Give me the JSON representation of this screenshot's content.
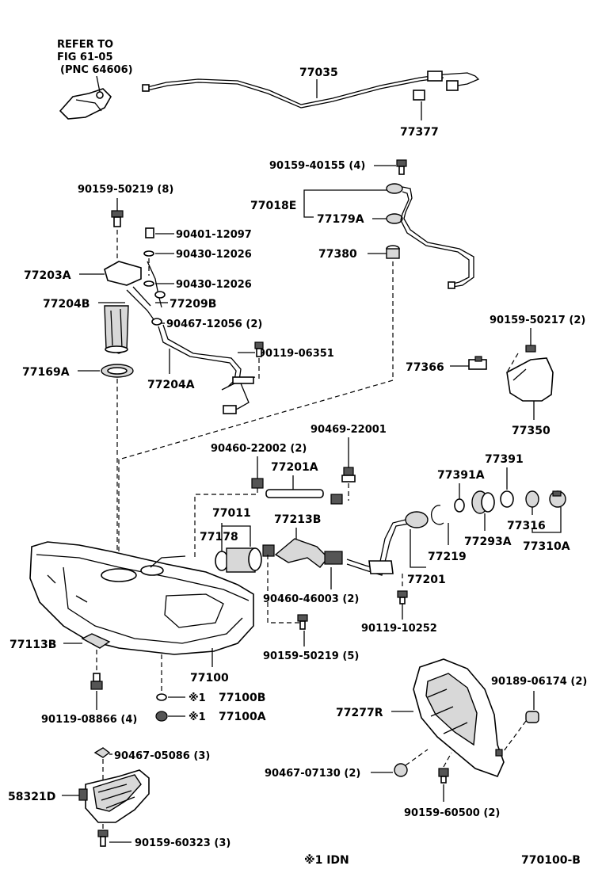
{
  "refer": {
    "line1": "REFER TO",
    "line2": "FIG 61-05",
    "line3": "(PNC 64606)"
  },
  "labels": {
    "p77035": "77035",
    "p77377": "77377",
    "b90159_40155": "90159-40155 (4)",
    "p77018E": "77018E",
    "p77179A": "77179A",
    "p77380": "77380",
    "b90159_50219_8": "90159-50219 (8)",
    "b90401_12097": "90401-12097",
    "b90430_12026a": "90430-12026",
    "b90430_12026b": "90430-12026",
    "p77203A": "77203A",
    "p77204B": "77204B",
    "p77209B": "77209B",
    "b90467_12056": "90467-12056 (2)",
    "b90119_06351": "90119-06351",
    "p77169A": "77169A",
    "p77204A": "77204A",
    "b90159_50217": "90159-50217 (2)",
    "p77366": "77366",
    "p77350": "77350",
    "b90469_22001": "90469-22001",
    "b90460_22002": "90460-22002 (2)",
    "p77201A": "77201A",
    "p77391": "77391",
    "p77391A": "77391A",
    "p77011": "77011",
    "p77213B": "77213B",
    "p77178": "77178",
    "p77219": "77219",
    "p77293A": "77293A",
    "p77316": "77316",
    "p77310A": "77310A",
    "p77201": "77201",
    "b90460_46003": "90460-46003 (2)",
    "b90119_10252": "90119-10252",
    "p77113B": "77113B",
    "p77100": "77100",
    "b90159_50219_5": "90159-50219 (5)",
    "b90189_06174": "90189-06174 (2)",
    "p77100B": "77100B",
    "p77100A": "77100A",
    "mark": "※1",
    "b90119_08866": "90119-08866 (4)",
    "p77277R": "77277R",
    "b90467_05086": "90467-05086 (3)",
    "b90467_07130": "90467-07130 (2)",
    "p58321D": "58321D",
    "b90159_60500": "90159-60500 (2)",
    "b90159_60323": "90159-60323 (3)"
  },
  "footer": {
    "note": "※1 IDN",
    "figure_code": "770100-B"
  }
}
